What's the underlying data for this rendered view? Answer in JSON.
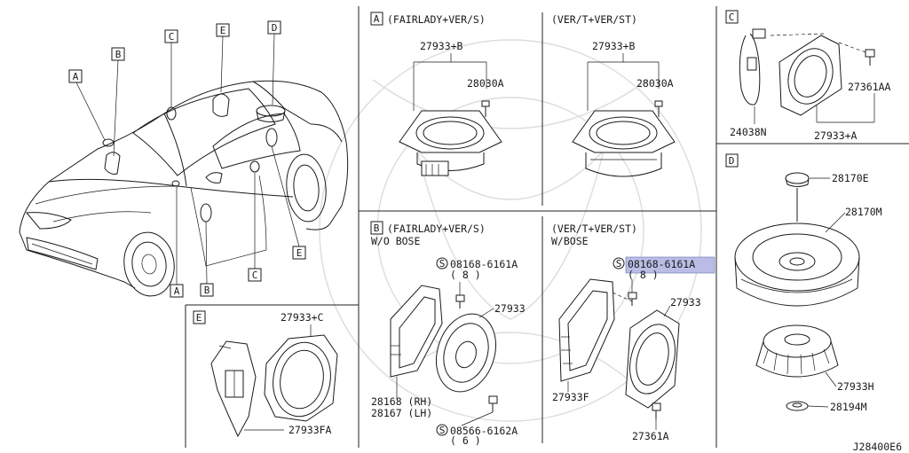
{
  "diagram_id": "J28400E6",
  "car_callouts": [
    "A",
    "B",
    "C",
    "E",
    "D",
    "A",
    "B",
    "C",
    "E"
  ],
  "section_a": {
    "letter": "A",
    "left_title": "(FAIRLADY+VER/S)",
    "right_title": "(VER/T+VER/ST)",
    "left_part_main": "27933+B",
    "left_part_screw": "28030A",
    "right_part_main": "27933+B",
    "right_part_screw": "28030A"
  },
  "section_b": {
    "letter": "B",
    "left_title_1": "(FAIRLADY+VER/S)",
    "left_title_2": "W/O BOSE",
    "right_title_1": "(VER/T+VER/ST)",
    "right_title_2": "W/BOSE",
    "left_bolt": "08168-6161A",
    "left_bolt_qty": "( 8 )",
    "left_speaker": "27933",
    "left_bracket_rh": "28168 (RH)",
    "left_bracket_lh": "28167 (LH)",
    "left_screw": "08566-6162A",
    "left_screw_qty": "( 6 )",
    "right_bolt": "08168-6161A",
    "right_bolt_qty": "( 8 )",
    "right_speaker": "27933",
    "right_bracket": "27933F",
    "right_screw": "27361A",
    "s_mark": "S",
    "highlight_color": "#b9bde6"
  },
  "section_c": {
    "letter": "C",
    "part_bolt": "27361AA",
    "part_harness": "24038N",
    "part_speaker": "27933+A"
  },
  "section_d": {
    "letter": "D",
    "part_knob": "28170E",
    "part_woofer": "28170M",
    "part_enclosure": "27933H",
    "part_grommet": "28194M"
  },
  "section_e": {
    "letter": "E",
    "part_speaker": "27933+C",
    "part_bracket": "27933FA"
  }
}
